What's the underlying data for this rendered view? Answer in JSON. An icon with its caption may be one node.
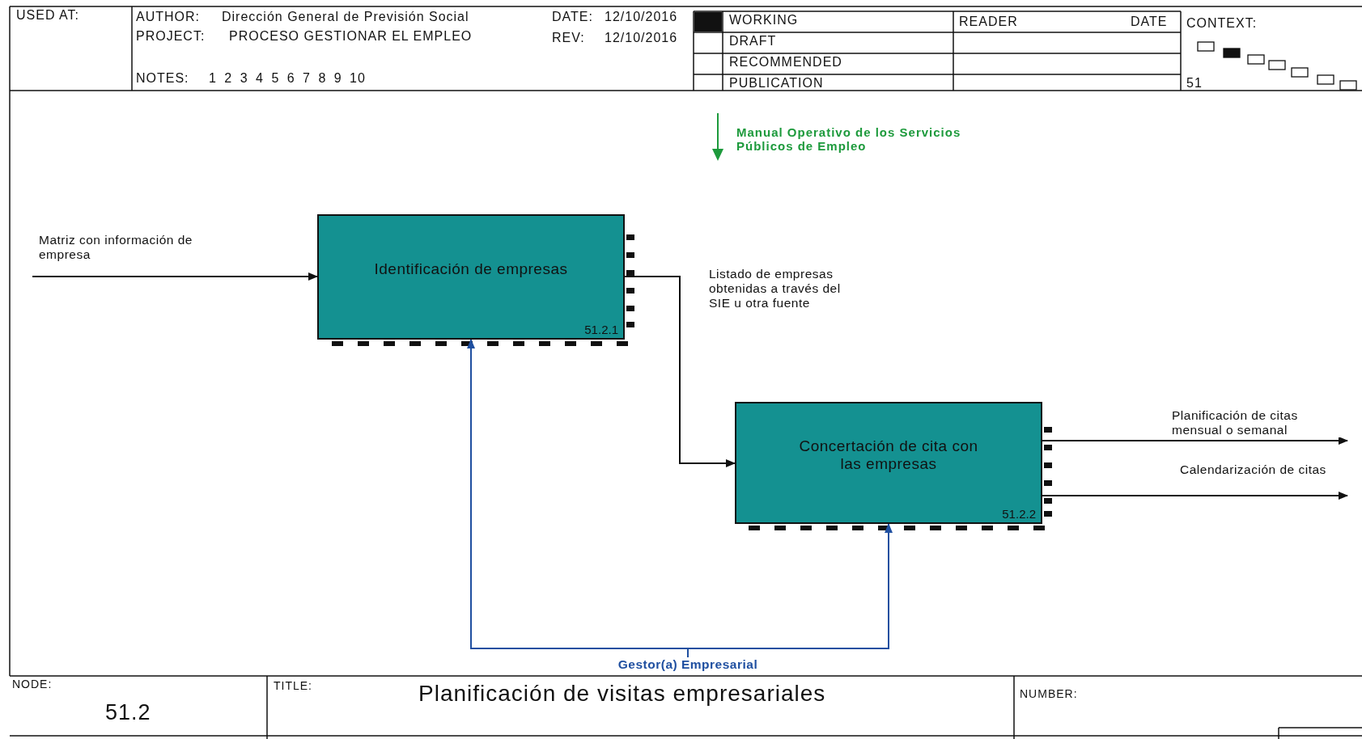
{
  "diagram": {
    "title": "Planificación de visitas empresariales",
    "nodes": [
      {
        "text": [
          "Identificación de empresas",
          "51.2.1"
        ]
      },
      {
        "text": [
          "Concertación de cita con las empresas",
          "51.2.2"
        ]
      },
      {
        "text": [
          "Gestor(a) Empresarial"
        ]
      }
    ],
    "edges": [
      {
        "from": null,
        "to": 0,
        "arrow": "to",
        "label": "Matriz con información de empresa"
      },
      {
        "from": 0,
        "to": 1,
        "arrow": "to",
        "label": "Listado de empresas obtenidas a través del SIE u otra fuente"
      },
      {
        "from": 1,
        "to": null,
        "arrow": "to",
        "label": "Planificación de citas mensual o semanal"
      },
      {
        "from": 1,
        "to": null,
        "arrow": "to",
        "label": "Calendarización de citas"
      },
      {
        "from": 2,
        "to": 0,
        "arrow": "to",
        "color": "#1f4fa0"
      },
      {
        "from": 2,
        "to": 1,
        "arrow": "to",
        "color": "#1f4fa0"
      }
    ],
    "labels": [
      "USED AT:",
      "AUTHOR:",
      "Dirección General de Previsión Social",
      "DATE:",
      "12/10/2016",
      "PROJECT:",
      "PROCESO GESTIONAR EL EMPLEO",
      "REV:",
      "12/10/2016",
      "NOTES:",
      "1 2 3 4 5 6 7 8 9 10",
      "WORKING",
      "READER",
      "DATE",
      "CONTEXT:",
      "DRAFT",
      "RECOMMENDED",
      "PUBLICATION",
      "51",
      "Manual Operativo de los Servicios Públicos de Empleo",
      "NODE:",
      "51.2",
      "TITLE:",
      "NUMBER:"
    ]
  }
}
